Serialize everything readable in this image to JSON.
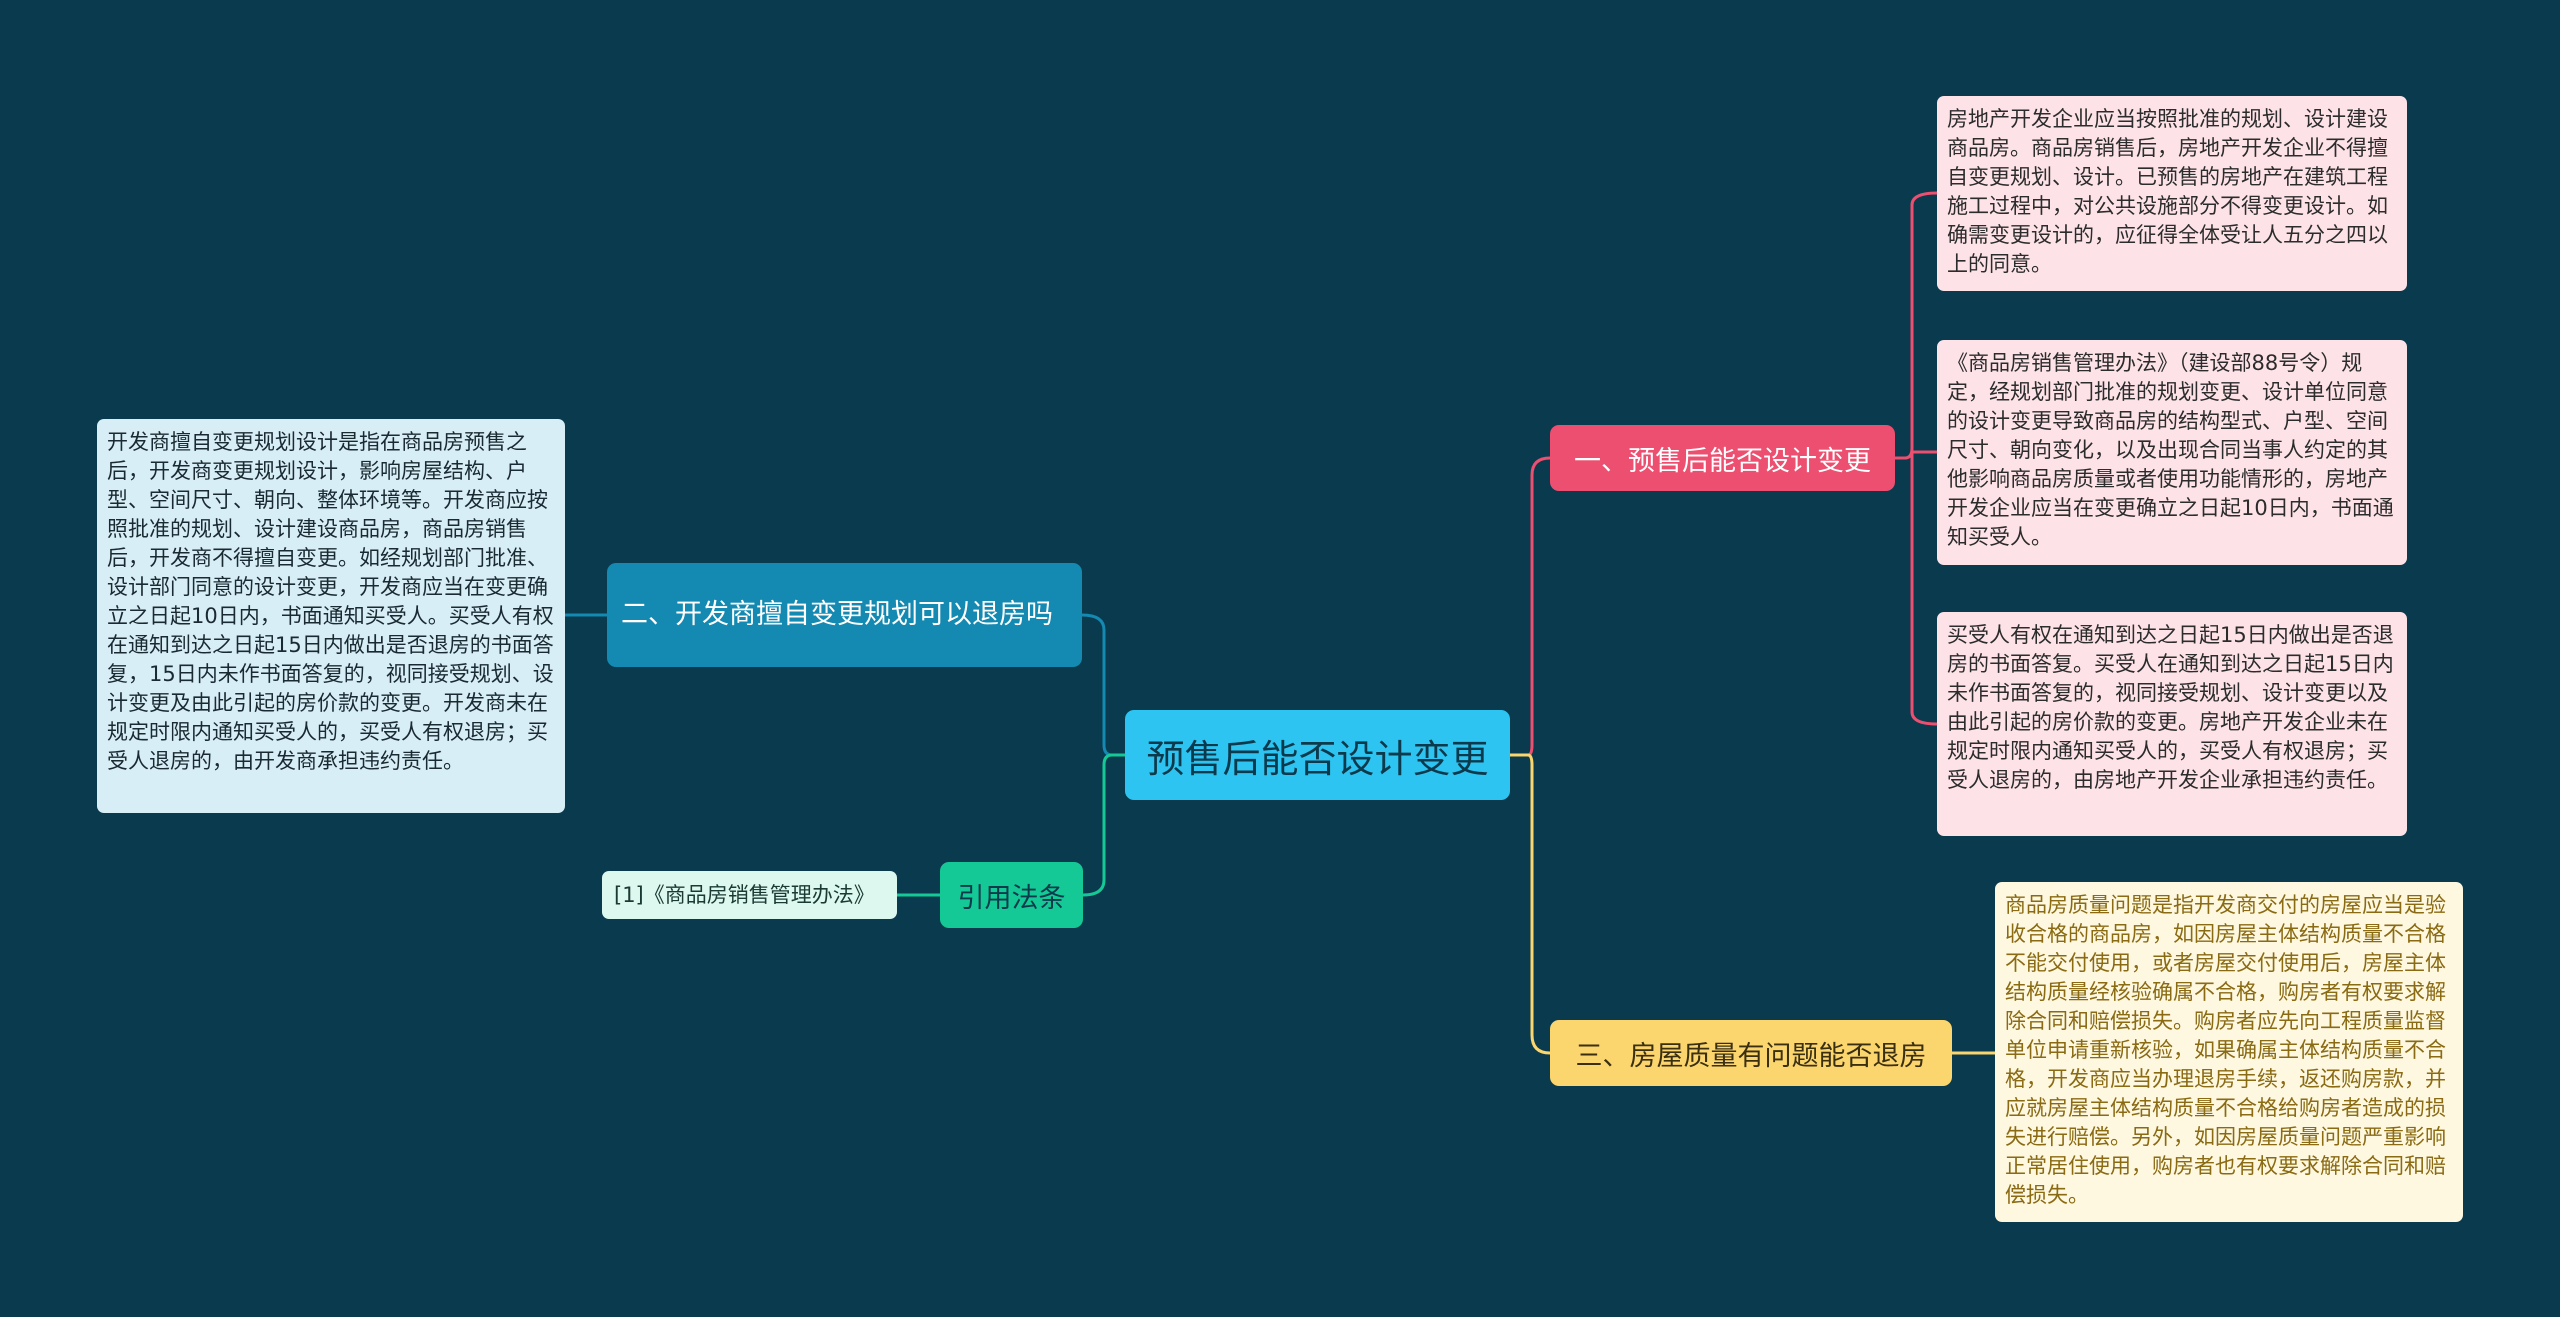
{
  "diagram": {
    "type": "mind-map",
    "colors": {
      "background": "#0a3a4d",
      "root": "#2ec4f1",
      "branch_1": "#ec4f6f",
      "branch_2": "#1489b1",
      "branch_3": "#fbd56d",
      "branch_4": "#15c996"
    },
    "root": "预售后能否设计变更",
    "branches": {
      "b1": {
        "label": "一、预售后能否设计变更",
        "leaves": [
          "房地产开发企业应当按照批准的规划、设计建设商品房。商品房销售后，房地产开发企业不得擅自变更规划、设计。已预售的房地产在建筑工程施工过程中，对公共设施部分不得变更设计。如确需变更设计的，应征得全体受让人五分之四以上的同意。",
          "《商品房销售管理办法》（建设部88号令）规定，经规划部门批准的规划变更、设计单位同意的设计变更导致商品房的结构型式、户型、空间尺寸、朝向变化，以及出现合同当事人约定的其他影响商品房质量或者使用功能情形的，房地产开发企业应当在变更确立之日起10日内，书面通知买受人。",
          "买受人有权在通知到达之日起15日内做出是否退房的书面答复。买受人在通知到达之日起15日内未作书面答复的，视同接受规划、设计变更以及由此引起的房价款的变更。房地产开发企业未在规定时限内通知买受人的，买受人有权退房；买受人退房的，由房地产开发企业承担违约责任。"
        ]
      },
      "b3": {
        "label": "三、房屋质量有问题能否退房",
        "leaves": [
          "商品房质量问题是指开发商交付的房屋应当是验收合格的商品房，如因房屋主体结构质量不合格不能交付使用，或者房屋交付使用后，房屋主体结构质量经核验确属不合格，购房者有权要求解除合同和赔偿损失。购房者应先向工程质量监督单位申请重新核验，如果确属主体结构质量不合格，开发商应当办理退房手续，返还购房款，并应就房屋主体结构质量不合格给购房者造成的损失进行赔偿。另外，如因房屋质量问题严重影响正常居住使用，购房者也有权要求解除合同和赔偿损失。"
        ]
      },
      "b2": {
        "label": "二、开发商擅自变更规划可以退房吗",
        "leaves": [
          "开发商擅自变更规划设计是指在商品房预售之后，开发商变更规划设计，影响房屋结构、户型、空间尺寸、朝向、整体环境等。开发商应按照批准的规划、设计建设商品房，商品房销售后，开发商不得擅自变更。如经规划部门批准、设计部门同意的设计变更，开发商应当在变更确立之日起10日内，书面通知买受人。买受人有权在通知到达之日起15日内做出是否退房的书面答复，15日内未作书面答复的，视同接受规划、设计变更及由此引起的房价款的变更。开发商未在规定时限内通知买受人的，买受人有权退房；买受人退房的，由开发商承担违约责任。"
        ]
      },
      "b4": {
        "label": "引用法条",
        "leaves": [
          "[1]《商品房销售管理办法》"
        ]
      }
    }
  }
}
